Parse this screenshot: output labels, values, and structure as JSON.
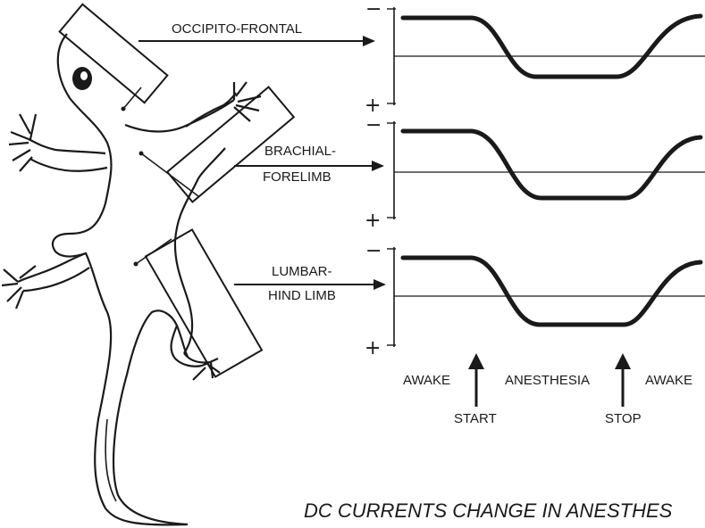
{
  "regions": [
    {
      "name": "occipito",
      "lines": [
        "OCCIPITO-FRONTAL"
      ]
    },
    {
      "name": "brachial",
      "lines": [
        "BRACHIAL-",
        "FORELIMB"
      ]
    },
    {
      "name": "lumbar",
      "lines": [
        "LUMBAR-",
        "HIND LIMB"
      ]
    }
  ],
  "polarity": {
    "negative": "−",
    "positive": "+"
  },
  "phases": [
    "AWAKE",
    "ANESTHESIA",
    "AWAKE"
  ],
  "events": {
    "start": "START",
    "stop": "STOP"
  },
  "title": "DC CURRENTS CHANGE IN ANESTHES"
}
